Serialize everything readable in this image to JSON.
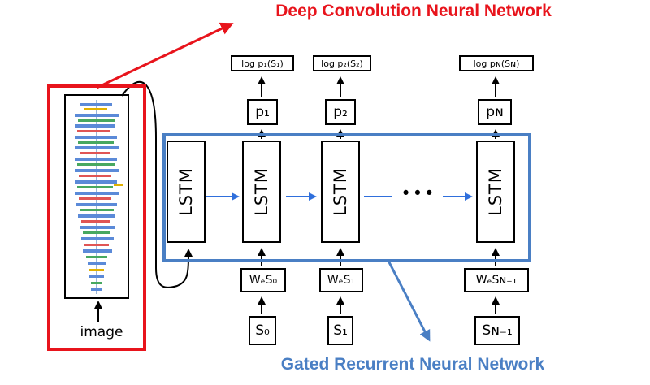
{
  "titles": {
    "cnn": "Deep Convolution Neural Network",
    "rnn": "Gated Recurrent Neural Network"
  },
  "image_label": "image",
  "lstm_label": "LSTM",
  "ellipsis": "•••",
  "outputs": [
    "log p₁(S₁)",
    "log p₂(S₂)",
    "log pɴ(Sɴ)"
  ],
  "probs": [
    "p₁",
    "p₂",
    "pɴ"
  ],
  "embeddings": [
    "WₑS₀",
    "WₑS₁",
    "WₑSɴ₋₁"
  ],
  "inputs": [
    "S₀",
    "S₁",
    "Sɴ₋₁"
  ],
  "colors": {
    "highlight_red": "#e8141c",
    "highlight_blue": "#4a7fc4",
    "arrow_blue": "#2f6fdc",
    "line": "#000000"
  }
}
